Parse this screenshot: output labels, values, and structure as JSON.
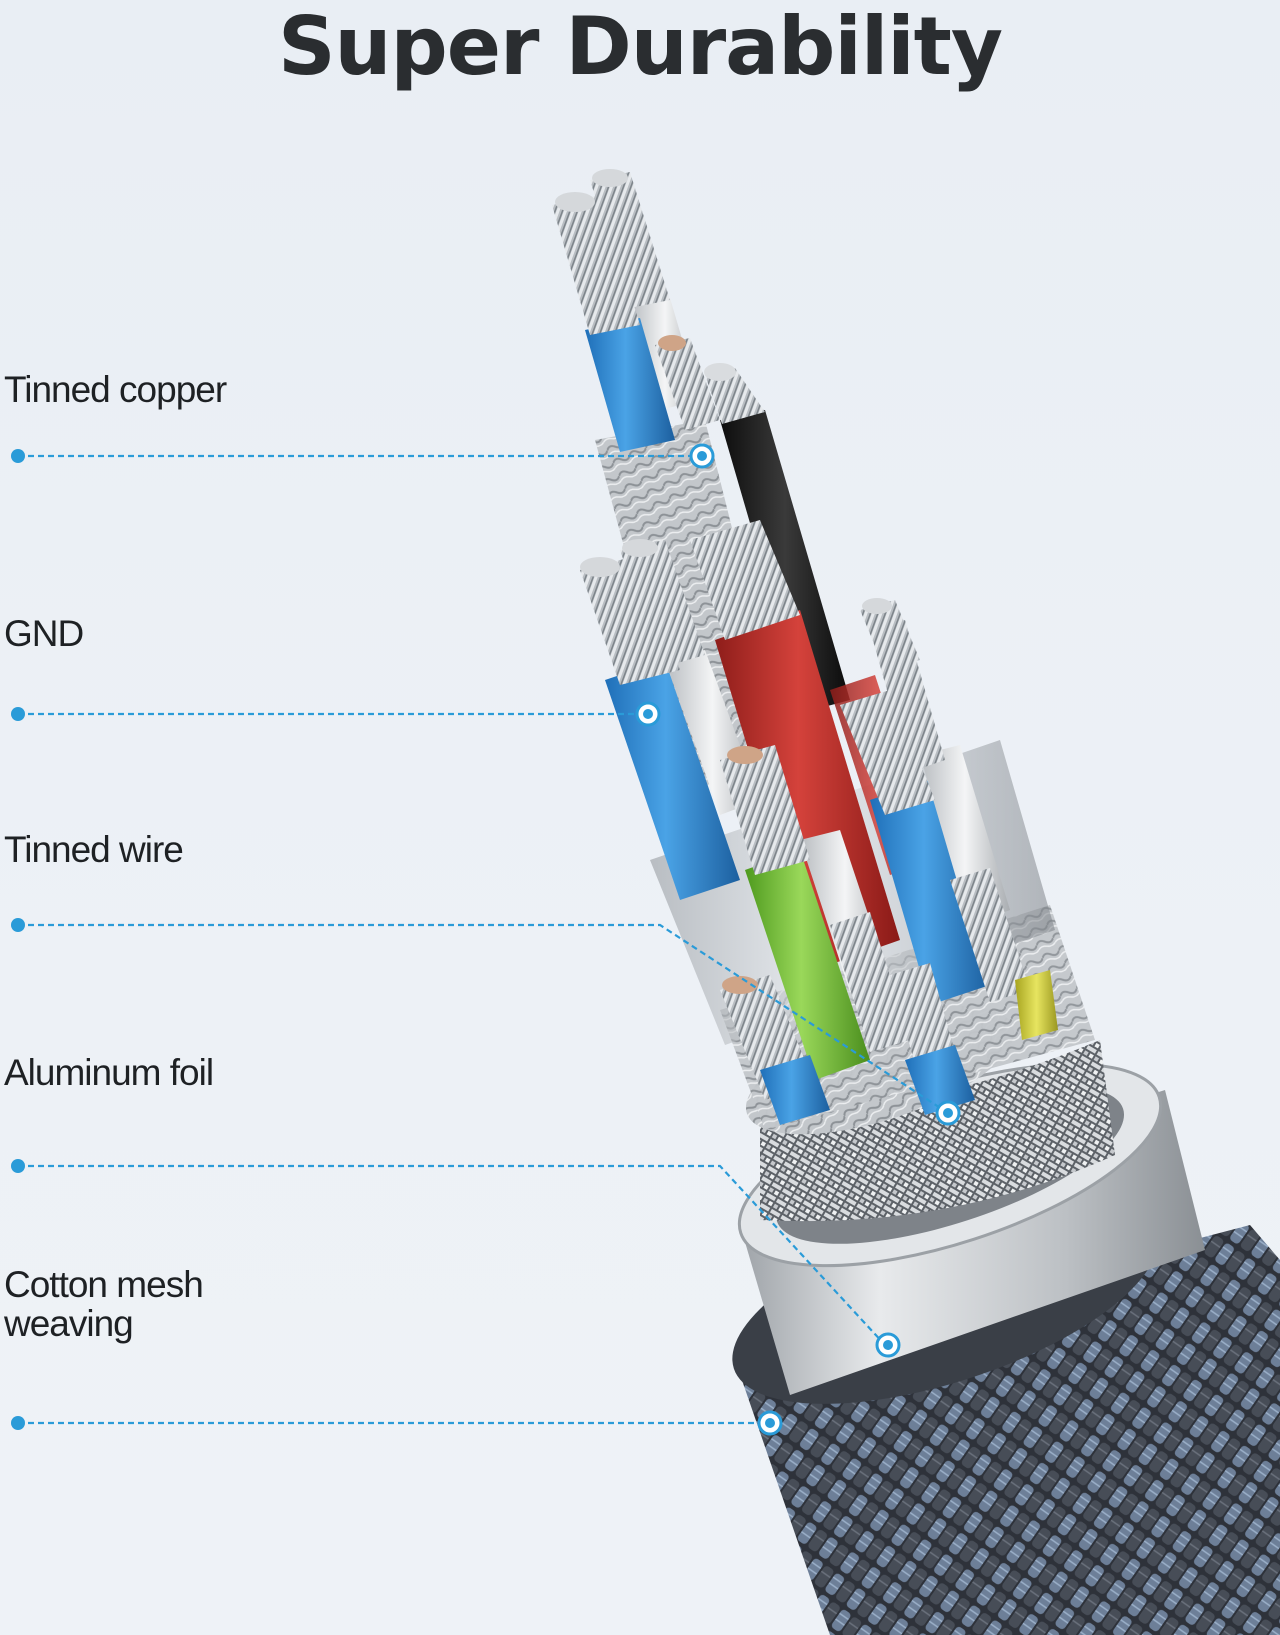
{
  "title": "Super Durability",
  "labels": [
    {
      "name": "label-tinned-copper",
      "text": "Tinned copper"
    },
    {
      "name": "label-gnd",
      "text": "GND"
    },
    {
      "name": "label-tinned-wire",
      "text": "Tinned wire"
    },
    {
      "name": "label-aluminum-foil",
      "text": "Aluminum foil"
    },
    {
      "name": "label-cotton-mesh-weaving",
      "text": "Cotton mesh\n   weaving"
    }
  ],
  "colors": {
    "callout": "#2a9bd8",
    "title": "#2a2d30",
    "wire_blue": "#3a8fd6",
    "wire_red": "#c8332e",
    "wire_green": "#7ccb3c",
    "wire_black": "#1c1c1c",
    "wire_white": "#e6e8ea",
    "wire_yellow": "#d8d84a",
    "braid_dark": "#3b3f47",
    "braid_light": "#7b8fa8",
    "foil": "#b9bdc2"
  }
}
